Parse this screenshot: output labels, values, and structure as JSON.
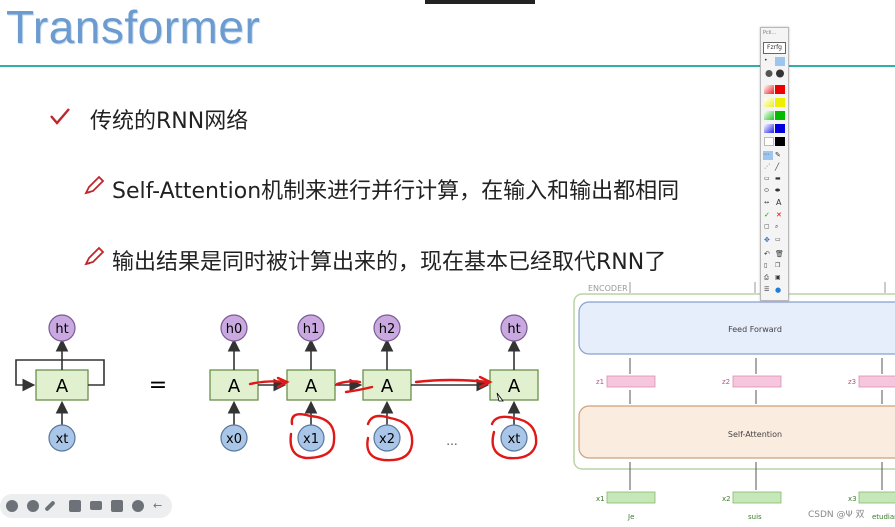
{
  "slide": {
    "title": "Transformer",
    "bullets": [
      {
        "text": "传统的RNN网络",
        "icon": "checkmark-icon"
      },
      {
        "text": "Self-Attention机制来进行并行计算，在输入和输出都相同",
        "icon": "pencil-icon"
      },
      {
        "text": "输出结果是同时被计算出来的，现在基本已经取代RNN了",
        "icon": "pencil-icon"
      }
    ]
  },
  "rnn_diagram": {
    "cell_label": "A",
    "equals": "=",
    "ellipsis": "...",
    "h_labels": [
      "ht",
      "h0",
      "h1",
      "h2",
      "ht"
    ],
    "x_labels": [
      "xt",
      "x0",
      "x1",
      "x2",
      "xt"
    ],
    "colors": {
      "cell": "#e1f0cf",
      "cell_border": "#6b8f4c",
      "h_node": "#c9a9e0",
      "x_node": "#a9c6e8",
      "annotation": "#e01818"
    }
  },
  "encoder_diagram": {
    "label": "ENCODER",
    "feed_forward": "Feed Forward",
    "self_attention": "Self-Attention",
    "z_labels": [
      "z1",
      "z2",
      "z3"
    ],
    "x_labels": [
      "x1",
      "x2",
      "x3"
    ],
    "words": [
      "Je",
      "suis",
      "etudiant"
    ],
    "colors": {
      "ff_fill": "#e6edfb",
      "sa_fill": "#fbece0",
      "z_fill": "#f5c6dd",
      "x_fill": "#c6e8b8"
    }
  },
  "toolbar": {
    "top_label": "Pcli...",
    "mode_label": "Fzrfg"
  },
  "watermark": "CSDN @Ψ 双"
}
